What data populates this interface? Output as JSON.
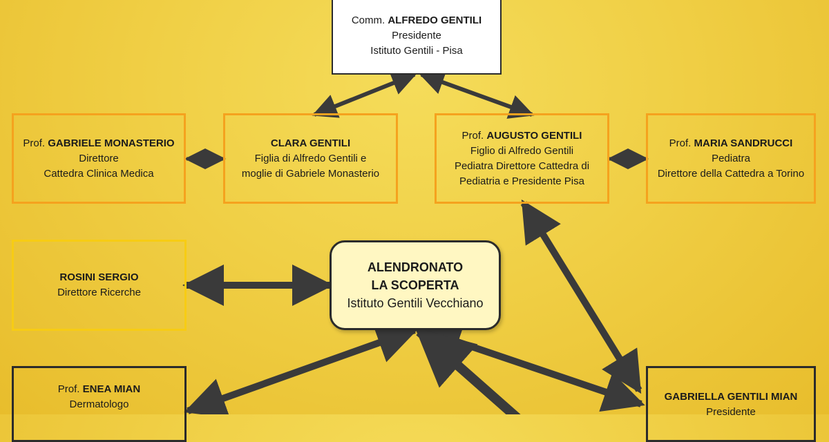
{
  "diagram": {
    "president": {
      "prefix": "Comm.",
      "name": "ALFREDO GENTILI",
      "role": "Presidente",
      "org": "Istituto Gentili - Pisa"
    },
    "monasterio": {
      "prefix": "Prof.",
      "name": "GABRIELE MONASTERIO",
      "role": "Direttore",
      "detail": "Cattedra Clinica Medica"
    },
    "clara": {
      "name": "CLARA GENTILI",
      "line1": "Figlia di Alfredo Gentili e",
      "line2": "moglie di Gabriele Monasterio"
    },
    "augusto": {
      "prefix": "Prof.",
      "name": "AUGUSTO GENTILI",
      "line1": "Figlio di Alfredo Gentili",
      "line2": "Pediatra Direttore Cattedra di",
      "line3": "Pediatria e Presidente Pisa"
    },
    "sandrucci": {
      "prefix": "Prof.",
      "name": "MARIA SANDRUCCI",
      "role": "Pediatra",
      "detail": "Direttore della Cattedra a Torino"
    },
    "rosini": {
      "name": "ROSINI SERGIO",
      "role": "Direttore Ricerche"
    },
    "center": {
      "line1": "ALENDRONATO",
      "line2": "LA SCOPERTA",
      "line3": "Istituto Gentili Vecchiano"
    },
    "mian": {
      "prefix": "Prof.",
      "name": "ENEA MIAN",
      "role": "Dermatologo"
    },
    "gabriella": {
      "name": "GABRIELLA GENTILI MIAN",
      "role": "Presidente"
    }
  },
  "colors": {
    "background": "#f0cf45",
    "orange_border": "#f5a21e",
    "yellow_border": "#f7cc14",
    "dark_border": "#2b2b2b",
    "arrow": "#3a3a3a",
    "center_fill": "#fff7c2"
  }
}
